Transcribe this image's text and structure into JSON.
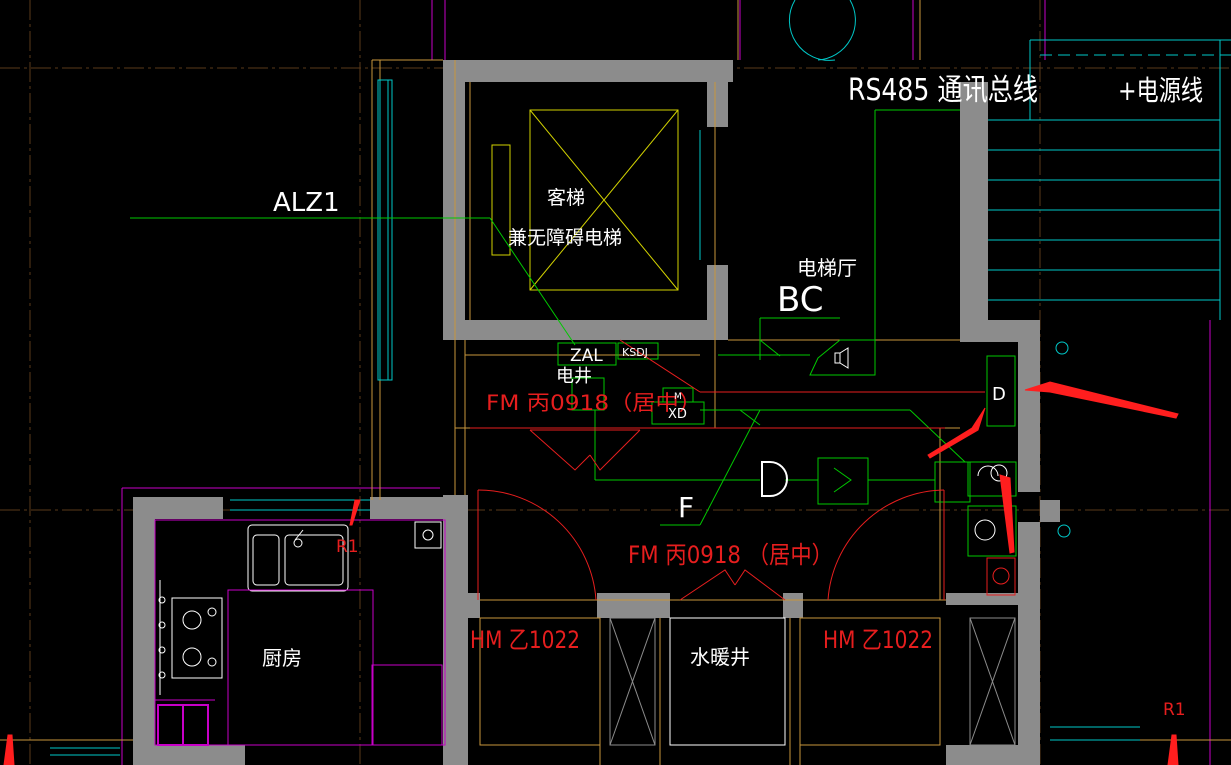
{
  "colors": {
    "background": "#000000",
    "wall": "#8c8c8c",
    "orange": "#c8963c",
    "yellow": "#d2d200",
    "green": "#00c800",
    "cyan": "#00c8c8",
    "red": "#e61e1e",
    "magenta": "#c800c8",
    "white": "#ffffff",
    "annotation_arrow": "#ff1e1e"
  },
  "labels": {
    "rs485": "RS485 通讯总线",
    "power_line": "+电源线",
    "alz1": "ALZ1",
    "elevator_line1": "客梯",
    "elevator_line2": "兼无障碍电梯",
    "elevator_hall": "电梯厅",
    "bc": "BC",
    "zal": "ZAL",
    "ksdj": "KSDJ",
    "electric_shaft": "电井",
    "fm_small": "FM 丙0918（居中）",
    "m_box": "M",
    "xd_box": "XD",
    "d_symbol": "D",
    "f_label": "F",
    "fm_main": "FM 丙0918  （居中）",
    "kitchen": "厨房",
    "r1_left": "R1",
    "r1_right": "R1",
    "hm_left": "HM 乙1022",
    "hm_right": "HM 乙1022",
    "water_shaft": "水暖井",
    "d_box": "D"
  },
  "icons": {
    "speaker": "speaker-icon",
    "sensor": "sensor-icon",
    "sink": "sink-icon",
    "stove": "stove-icon",
    "arrow": "annotation-arrow-icon"
  }
}
